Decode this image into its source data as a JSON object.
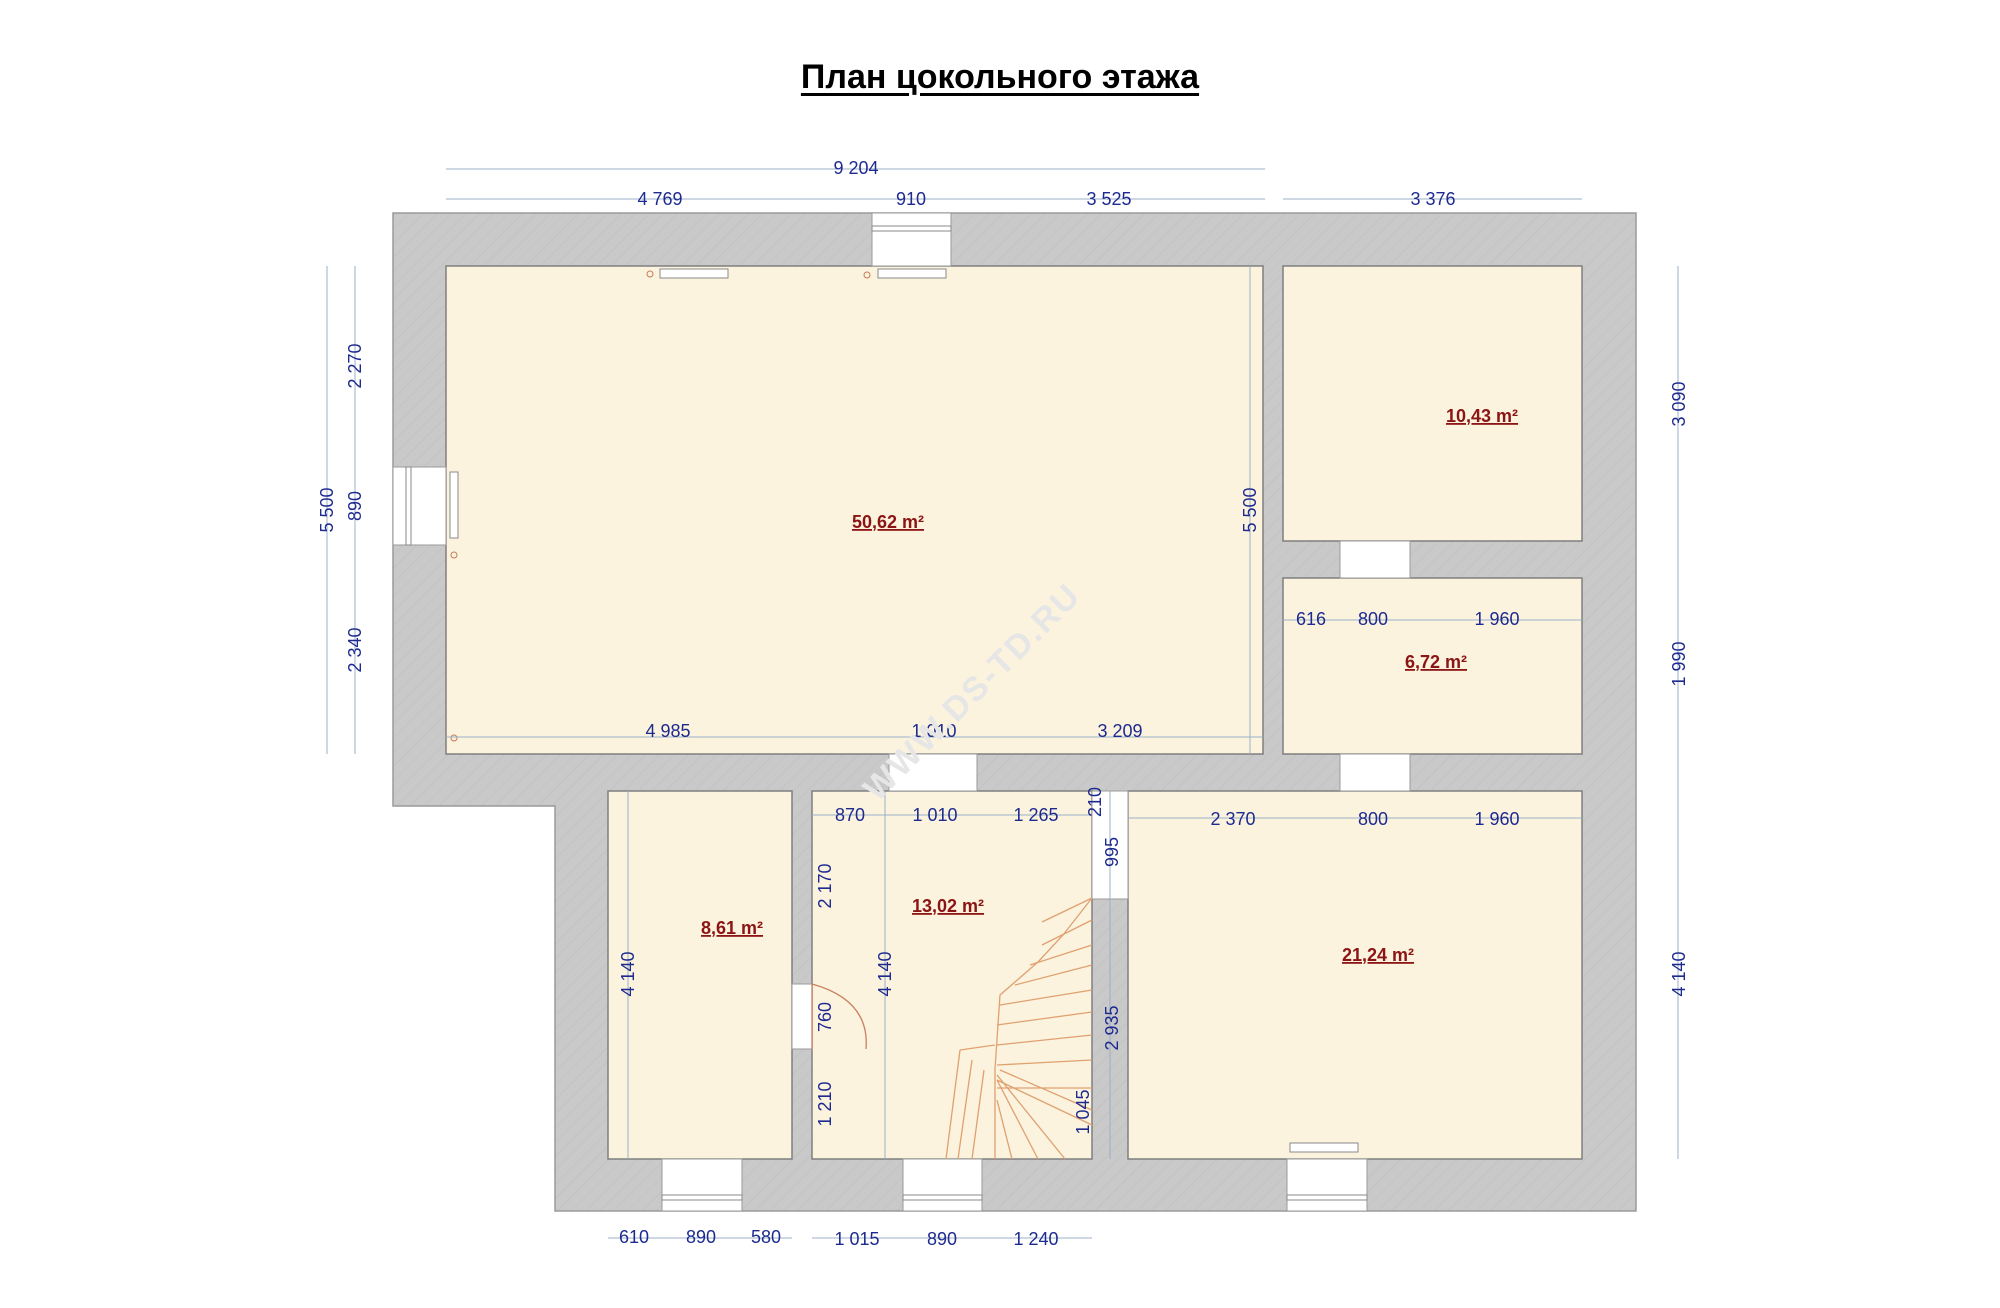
{
  "title": "План цокольного этажа",
  "watermark": "WWW.DS-TD.RU",
  "colors": {
    "wall": "#c9c9c9",
    "room_fill": "#fbf3de",
    "dimension_text": "#1d2a8f",
    "area_text": "#8b1414"
  },
  "rooms": [
    {
      "id": "main",
      "area": "50,62 m²"
    },
    {
      "id": "ne",
      "area": "10,43 m²"
    },
    {
      "id": "e-mid",
      "area": "6,72 m²"
    },
    {
      "id": "sw",
      "area": "8,61 m²"
    },
    {
      "id": "stair-hall",
      "area": "13,02 m²"
    },
    {
      "id": "se",
      "area": "21,24 m²"
    }
  ],
  "dimensions": {
    "top_total": "9 204",
    "top_a": "4 769",
    "top_b": "910",
    "top_c": "3 525",
    "top_d": "3 376",
    "left_total": "5 500",
    "left_a": "2 270",
    "left_b": "890",
    "left_c": "2 340",
    "main_inner_h": "5 500",
    "main_bottom_a": "4 985",
    "main_bottom_b": "1 010",
    "main_bottom_c": "3 209",
    "right_a": "3 090",
    "right_b": "1 990",
    "right_c": "4 140",
    "emid_a": "616",
    "emid_b": "800",
    "emid_c": "1 960",
    "sw_h": "4 140",
    "hall_a": "870",
    "hall_b": "1 010",
    "hall_c": "1 265",
    "hall_d": "210",
    "hall_v1": "2 170",
    "hall_v2": "760",
    "hall_v3": "1 210",
    "hall_h": "4 140",
    "stair_v1": "995",
    "stair_v2": "2 935",
    "stair_v3": "1 045",
    "se_a": "2 370",
    "se_b": "800",
    "se_c": "1 960",
    "bot_a": "610",
    "bot_b": "890",
    "bot_c": "580",
    "bot_d": "1 015",
    "bot_e": "890",
    "bot_f": "1 240"
  }
}
